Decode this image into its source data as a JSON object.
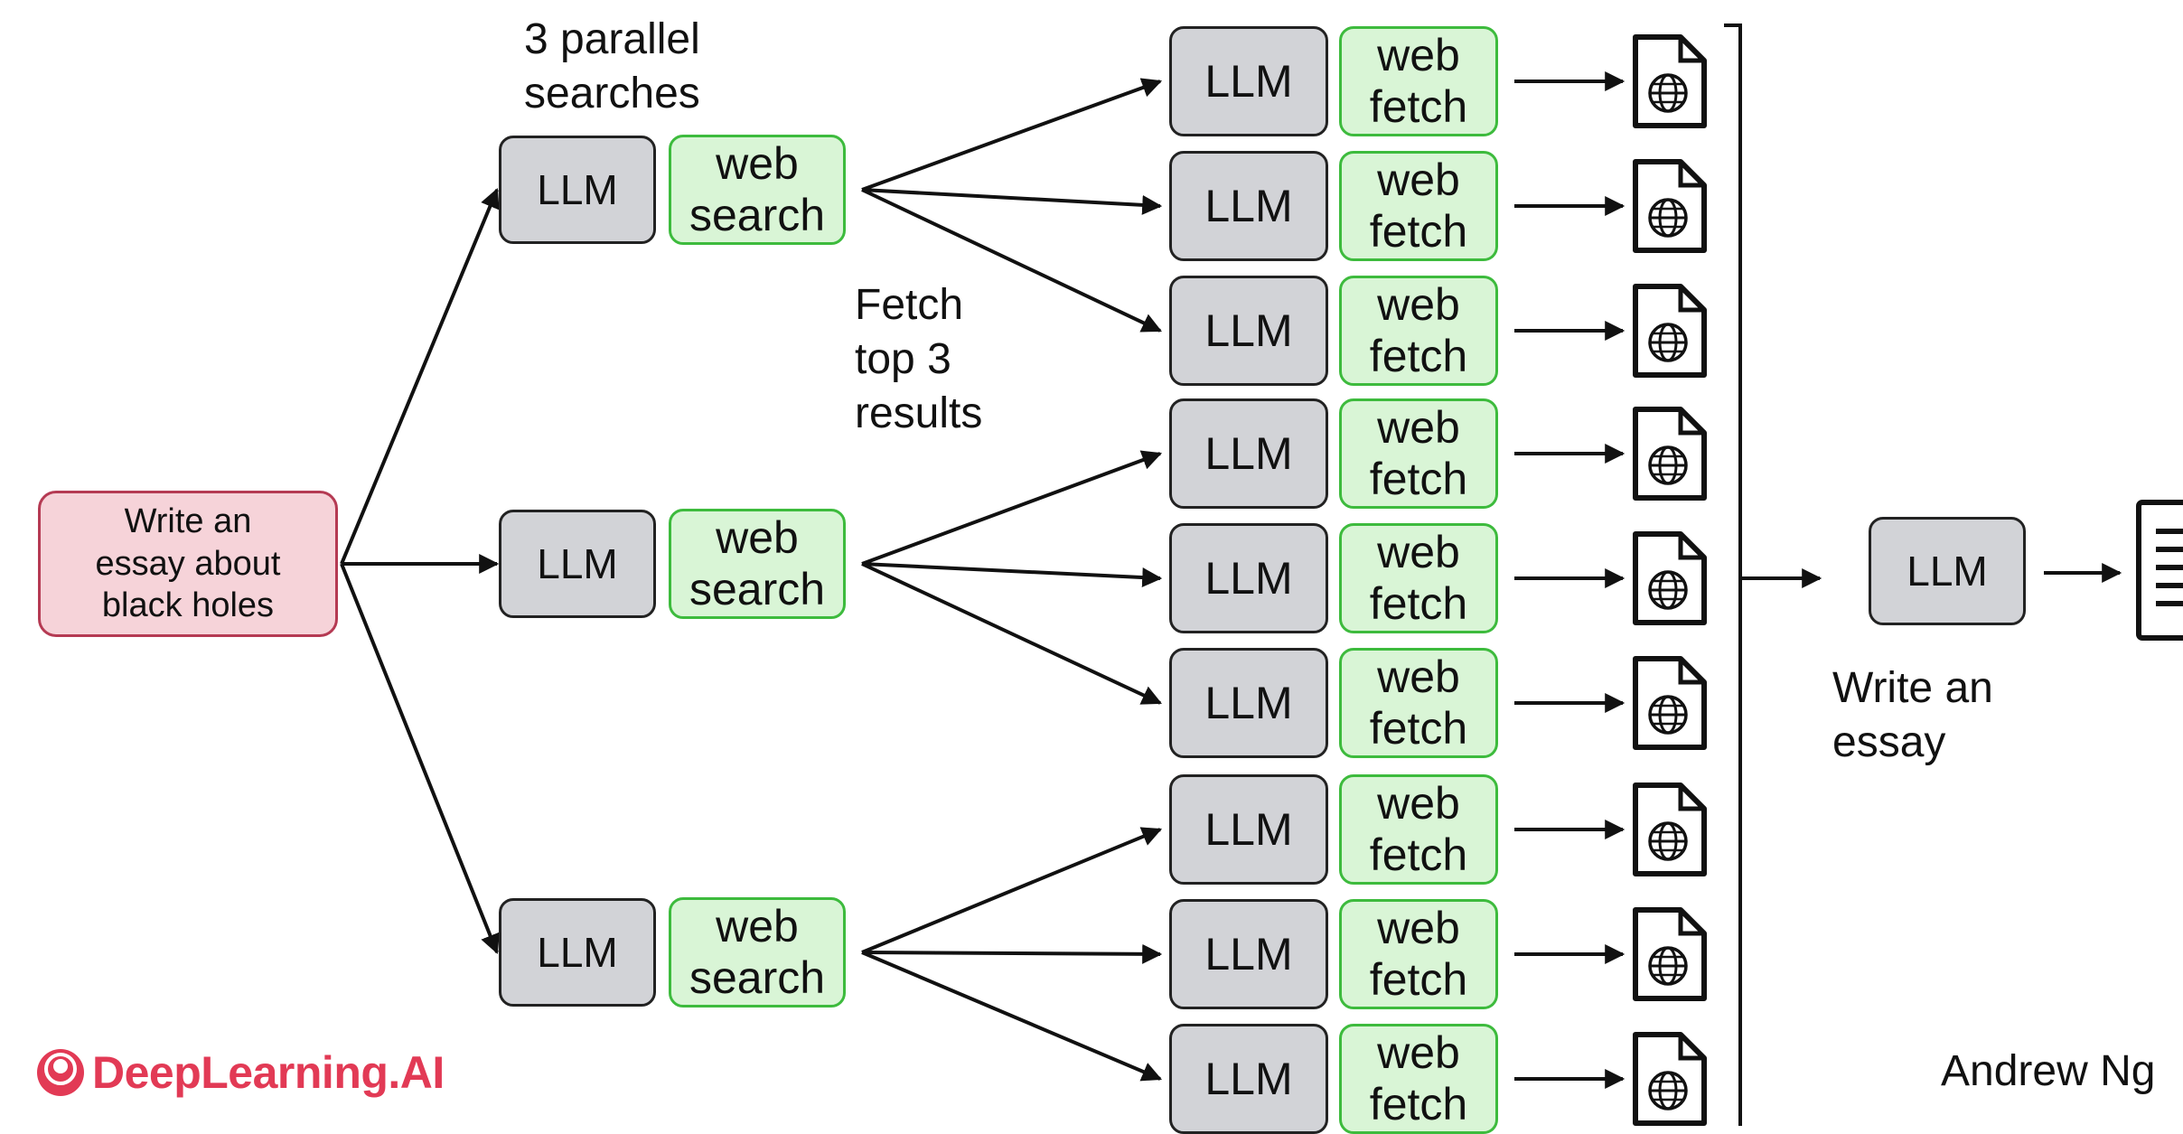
{
  "task": {
    "text_lines": [
      "Write an",
      "essay about",
      "black holes"
    ]
  },
  "annotations": {
    "parallel_searches": [
      "3 parallel",
      "searches"
    ],
    "fetch_top": [
      "Fetch",
      "top 3",
      "results"
    ],
    "write_essay": [
      "Write an",
      "essay"
    ]
  },
  "nodes": {
    "llm_label": "LLM",
    "search_tool": [
      "web",
      "search"
    ],
    "fetch_tool": [
      "web",
      "fetch"
    ]
  },
  "branches": 3,
  "fetches_per_branch": 3,
  "icons": {
    "document": "globe-document-icon",
    "output": "essay-document-icon"
  },
  "brand": {
    "name": "DeepLearning.AI",
    "color": "#e23a55"
  },
  "credit": "Andrew Ng",
  "colors": {
    "llm_fill": "#d2d3d7",
    "tool_fill": "#d9f5d6",
    "tool_border": "#3dbb3d",
    "task_fill": "#f6d3d9",
    "task_border": "#b53a53"
  }
}
